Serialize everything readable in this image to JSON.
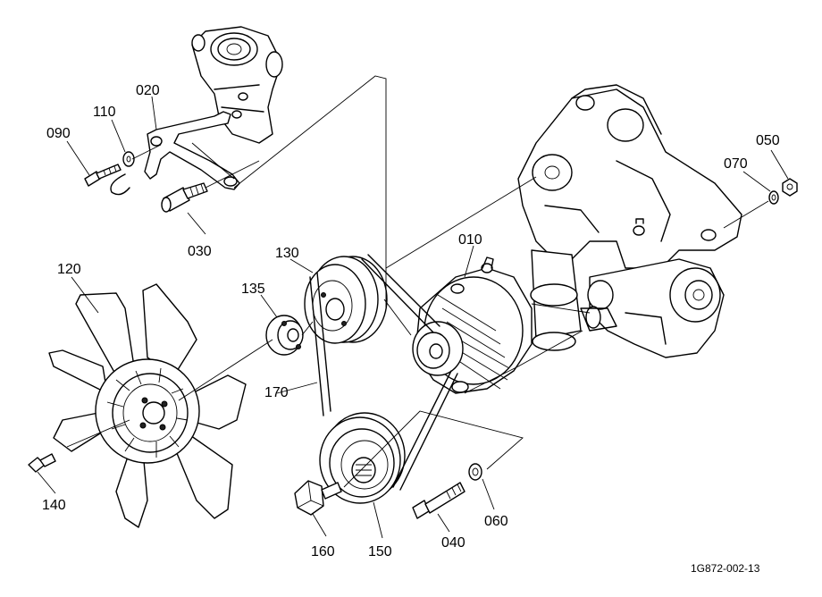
{
  "diagram": {
    "reference": "1G872-002-13",
    "parts": [
      {
        "id": "p010",
        "number": "010"
      },
      {
        "id": "p020",
        "number": "020"
      },
      {
        "id": "p030",
        "number": "030"
      },
      {
        "id": "p040",
        "number": "040"
      },
      {
        "id": "p050",
        "number": "050"
      },
      {
        "id": "p060",
        "number": "060"
      },
      {
        "id": "p070",
        "number": "070"
      },
      {
        "id": "p090",
        "number": "090"
      },
      {
        "id": "p110",
        "number": "110"
      },
      {
        "id": "p120",
        "number": "120"
      },
      {
        "id": "p130",
        "number": "130"
      },
      {
        "id": "p135",
        "number": "135"
      },
      {
        "id": "p140",
        "number": "140"
      },
      {
        "id": "p150",
        "number": "150"
      },
      {
        "id": "p160",
        "number": "160"
      },
      {
        "id": "p170",
        "number": "170"
      }
    ]
  }
}
